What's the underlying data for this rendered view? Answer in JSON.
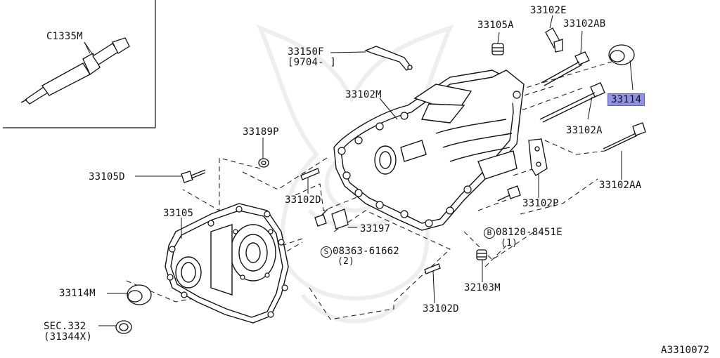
{
  "diagram_code": "A3310072",
  "inset": {
    "part": "C1335M"
  },
  "parts": {
    "p33150F": {
      "number": "33150F",
      "note": "[9704-     ]"
    },
    "p33105A": {
      "number": "33105A"
    },
    "p33102E": {
      "number": "33102E"
    },
    "p33102AB": {
      "number": "33102AB"
    },
    "p33114": {
      "number": "33114",
      "highlighted": true
    },
    "p33102M": {
      "number": "33102M"
    },
    "p33189P": {
      "number": "33189P"
    },
    "p33102A": {
      "number": "33102A"
    },
    "p33105D": {
      "number": "33105D"
    },
    "p33102AA": {
      "number": "33102AA"
    },
    "p33102D_top": {
      "number": "33102D"
    },
    "p33102P": {
      "number": "33102P"
    },
    "p33105": {
      "number": "33105"
    },
    "p33197": {
      "number": "33197"
    },
    "p08120": {
      "marker": "B",
      "number": "08120-8451E",
      "qty": "(1)"
    },
    "p08363": {
      "marker": "S",
      "number": "08363-61662",
      "qty": "(2)"
    },
    "p33114M": {
      "number": "33114M"
    },
    "p32103M": {
      "number": "32103M"
    },
    "p33102D_bottom": {
      "number": "33102D"
    },
    "sec332": {
      "number": "SEC.332",
      "sub": "(31344X)"
    }
  },
  "colors": {
    "line": "#111111",
    "highlight": "#8f92e6",
    "watermark": "#eeeeee"
  }
}
